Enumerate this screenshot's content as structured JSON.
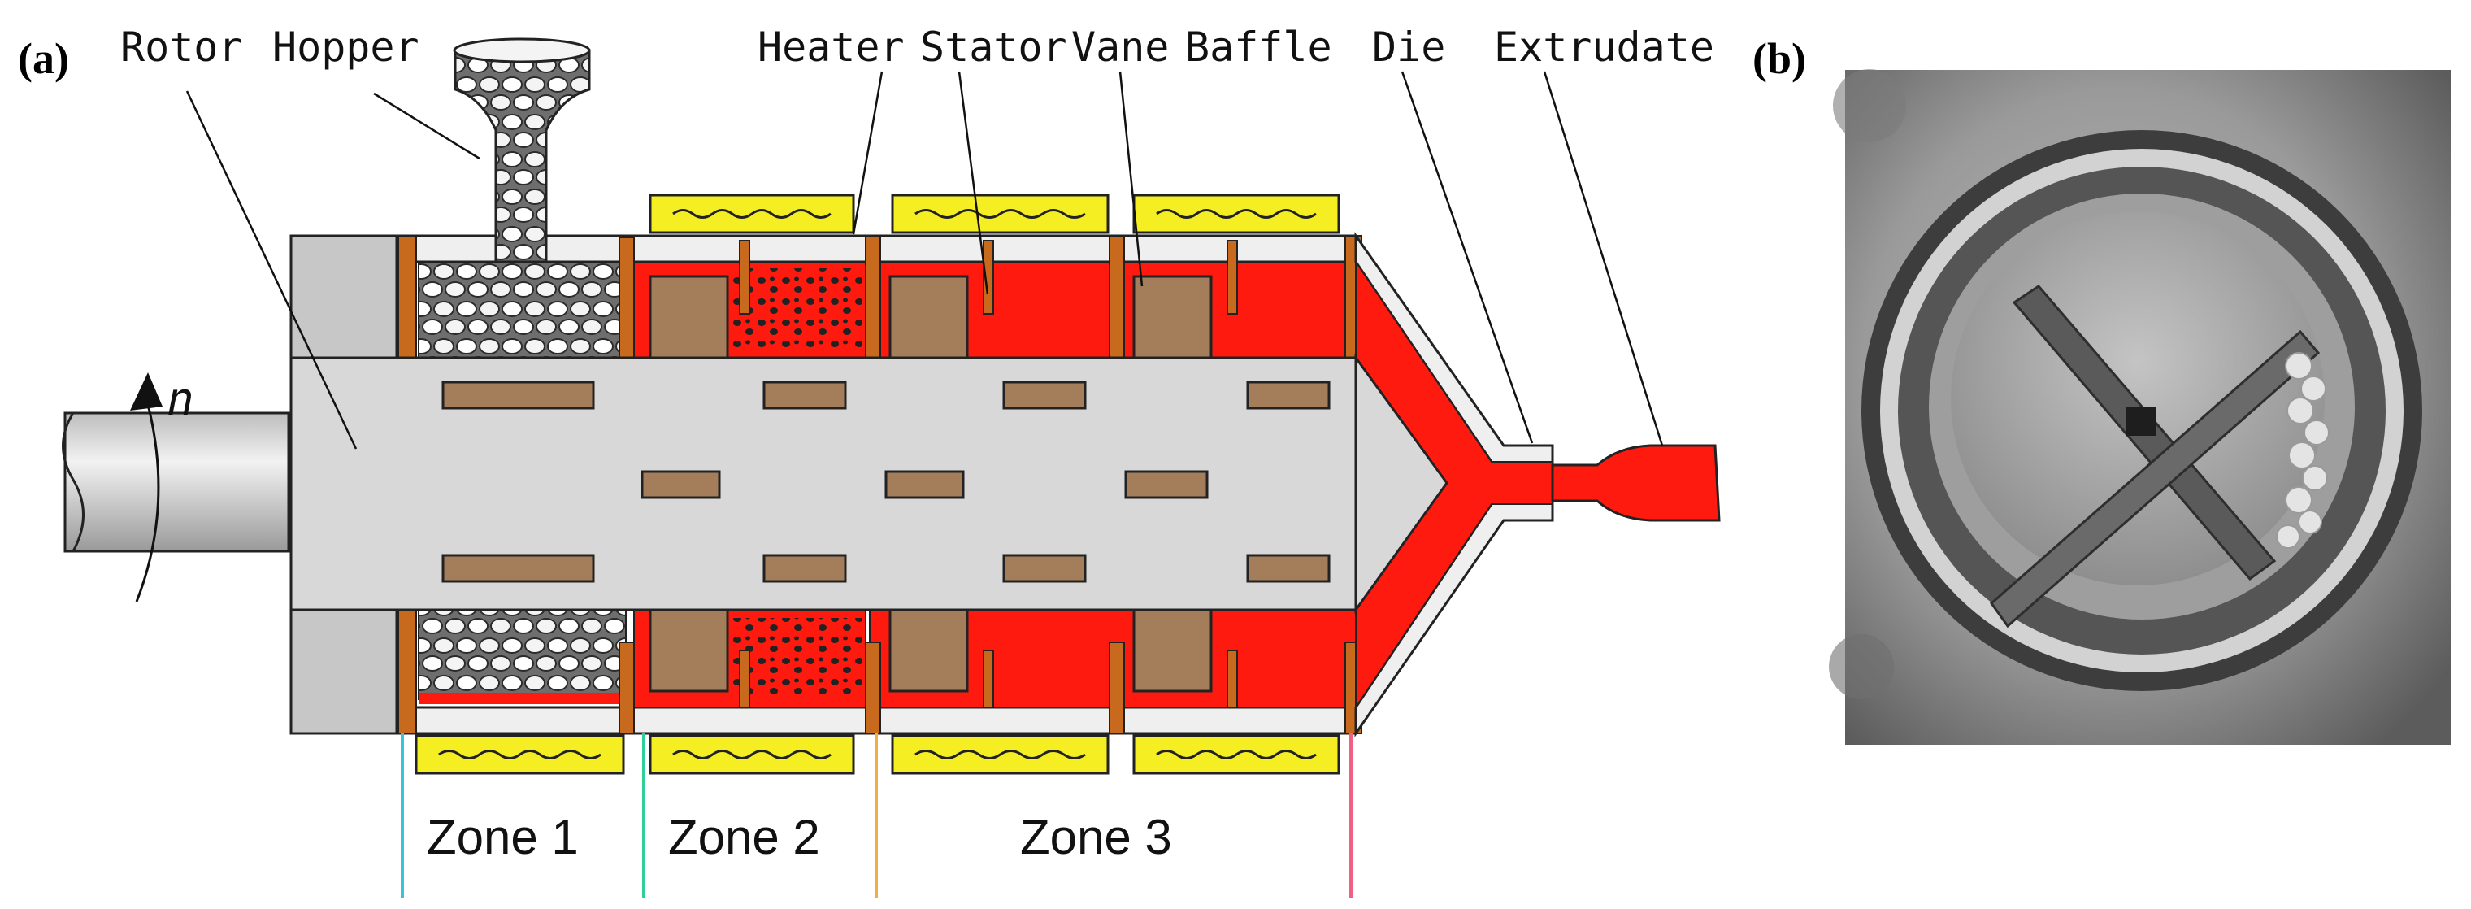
{
  "panels": {
    "a": "(a)",
    "b": "(b)"
  },
  "labels": {
    "rotor": "Rotor",
    "hopper": "Hopper",
    "heater": "Heater",
    "stator": "Stator",
    "vane": "Vane",
    "baffle": "Baffle",
    "die": "Die",
    "extrudate": "Extrudate",
    "rotation": "n"
  },
  "zones": [
    "Zone 1",
    "Zone 2",
    "Zone 3"
  ],
  "colors": {
    "melt": "#ff1a10",
    "heater": "#f5ee22",
    "block": "#a47e5b",
    "baffle": "#c76a1e",
    "rotor": "#d8d8d8",
    "wall": "#f0f0f0",
    "zone1_line": "#3cc0e0",
    "zone2_line": "#2fcf9c",
    "zone3_line": "#f0b040",
    "end_line": "#f06080"
  }
}
